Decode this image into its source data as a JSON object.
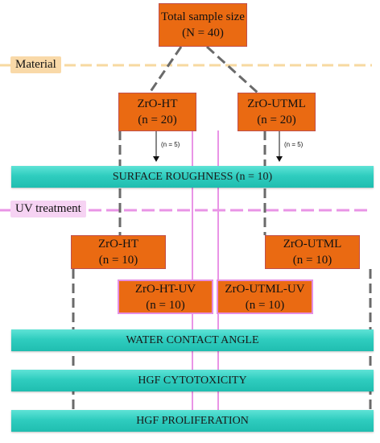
{
  "top": {
    "line1": "Total sample size",
    "line2": "(N = 40)"
  },
  "labels": {
    "material": "Material",
    "uv": "UV treatment"
  },
  "groups": {
    "ht": {
      "line1": "ZrO-HT",
      "line2": "(n = 20)"
    },
    "utml": {
      "line1": "ZrO-UTML",
      "line2": "(n = 20)"
    }
  },
  "arrows": {
    "ht": "(n = 5)",
    "utml": "(n = 5)"
  },
  "bands": {
    "roughness": "SURFACE ROUGHNESS (n = 10)",
    "contact": "WATER CONTACT ANGLE",
    "cyto": "HGF CYTOTOXICITY",
    "prolif": "HGF PROLIFERATION"
  },
  "sub": {
    "ht": {
      "line1": "ZrO-HT",
      "line2": "(n = 10)"
    },
    "utml": {
      "line1": "ZrO-UTML",
      "line2": "(n = 10)"
    },
    "ht_uv": {
      "line1": "ZrO-HT-UV",
      "line2": "(n = 10)"
    },
    "utml_uv": {
      "line1": "ZrO-UTML-UV",
      "line2": "(n = 10)"
    }
  },
  "colors": {
    "box": "#ea6a12",
    "box_border": "#c0504d",
    "uv_border": "#e58ee3",
    "band": "#2fcdbf",
    "material_line": "#f7d9a0",
    "uv_line": "#e994e6",
    "connector": "#6a6a6a"
  }
}
